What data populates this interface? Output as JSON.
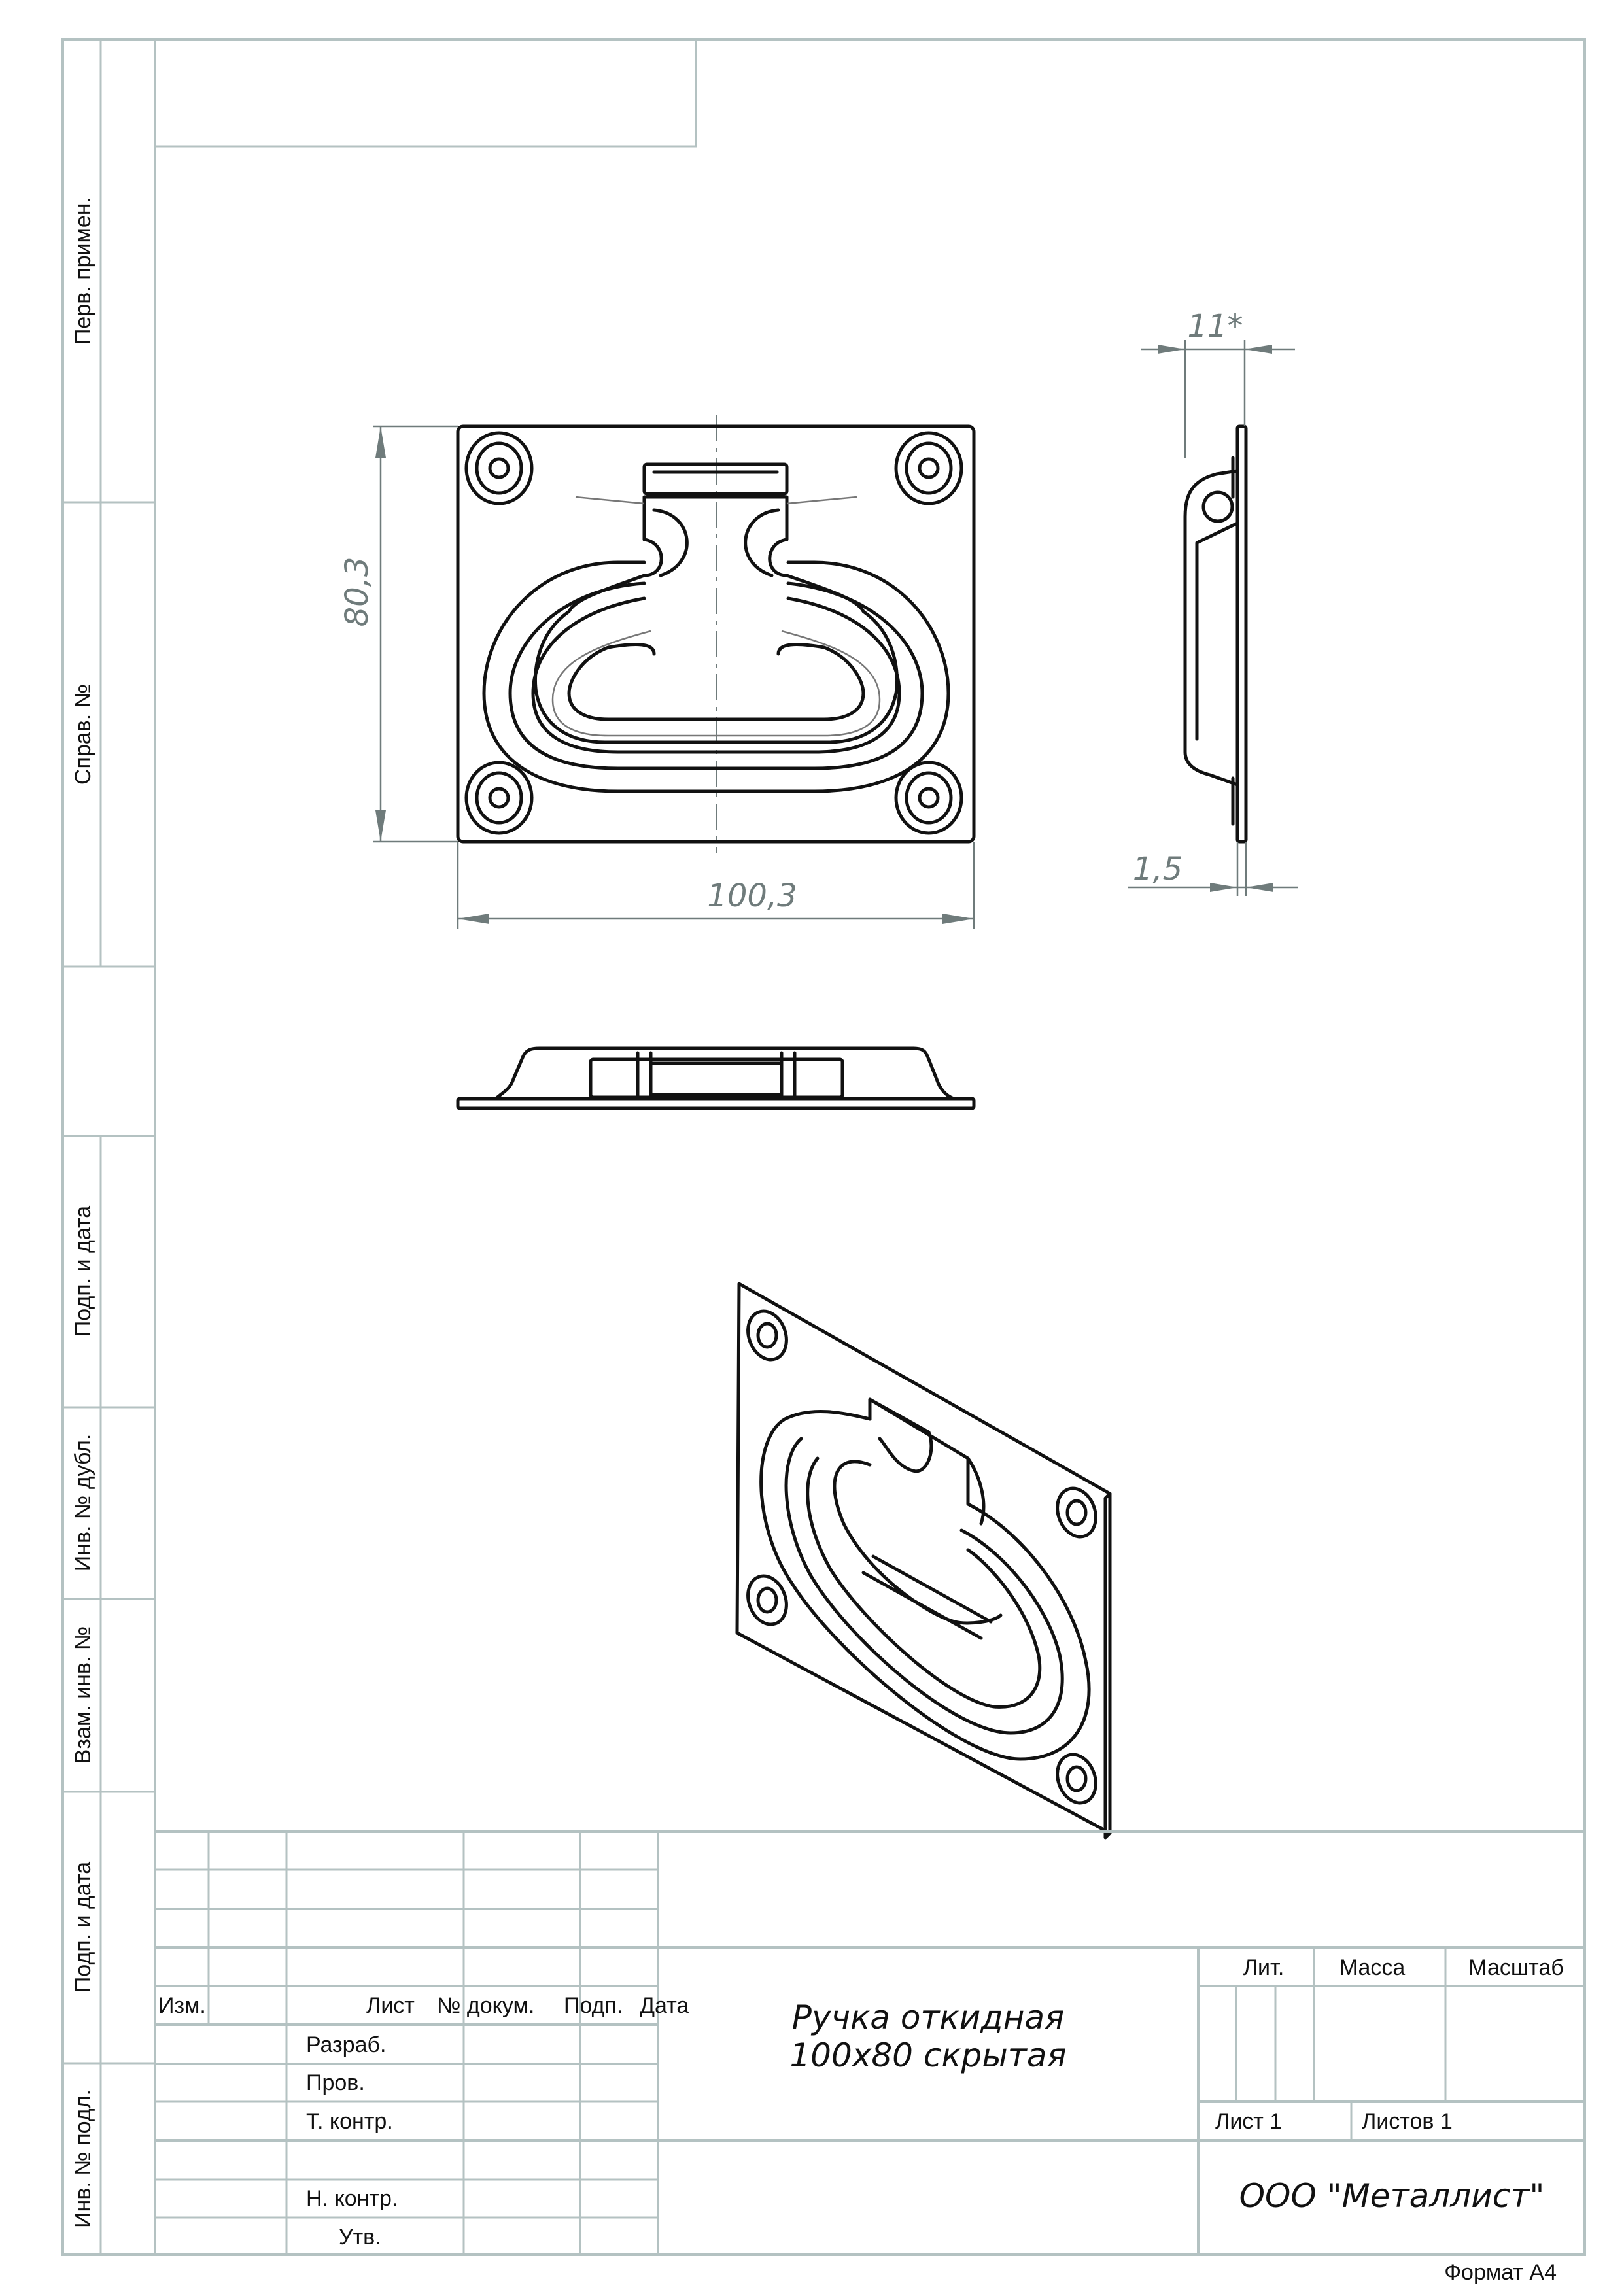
{
  "side_strip": {
    "perv_primen": "Перв. примен.",
    "sprav_no": "Справ. №",
    "podp_data_1": "Подп. и дата",
    "inv_dubl": "Инв. № дубл.",
    "vzam_inv": "Взам. инв. №",
    "podp_data_2": "Подп. и дата",
    "inv_podl": "Инв. № подл."
  },
  "dimensions": {
    "height": "80,3",
    "width": "100,3",
    "depth": "11*",
    "thickness": "1,5"
  },
  "stamp": {
    "izm": "Изм.",
    "list": "Лист",
    "n_dokum": "№ докум.",
    "podp": "Подп.",
    "data": "Дата",
    "razrab": "Разраб.",
    "prov": "Пров.",
    "t_kontr": "Т. контр.",
    "n_kontr": "Н. контр.",
    "utv": "Утв.",
    "lit": "Лит.",
    "massa": "Масса",
    "masshtab": "Масштаб",
    "sheet": "Лист 1",
    "sheets": "Листов 1",
    "title_line1": "Ручка откидная",
    "title_line2": "100x80 скрытая",
    "company": "ООО \"Металлист\""
  },
  "format": "Формат А4"
}
